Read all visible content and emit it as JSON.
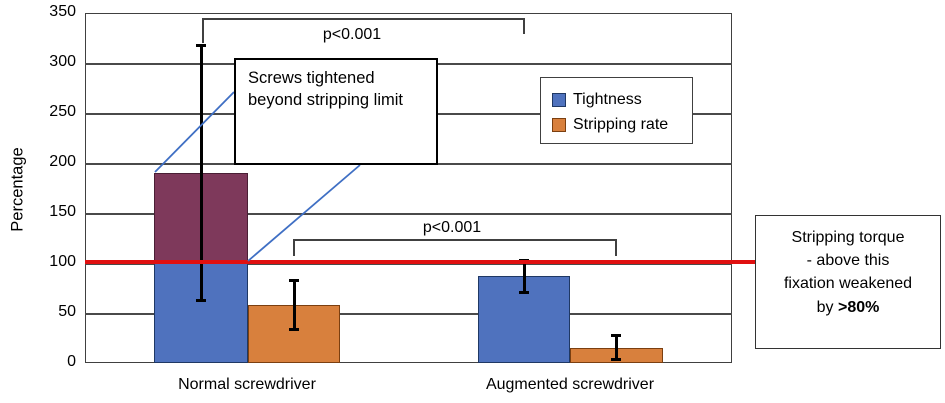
{
  "figure": {
    "ylabel": "Percentage",
    "sig_top": "p<0.001",
    "sig_bottom": "p<0.001",
    "callout_box_text": "Screws tightened beyond stripping limit",
    "threshold_box": {
      "lines": [
        "Stripping torque",
        "- above this",
        "fixation weakened"
      ],
      "last_line_prefix": "by ",
      "last_line_bold": ">80%"
    },
    "colors": {
      "threshold_line": "#E01010",
      "overflow_segment": "#7E395B",
      "callout_line": "#3F6FC4",
      "grid": "#404040"
    }
  },
  "chart_data": {
    "type": "bar",
    "title": "",
    "xlabel": "",
    "ylabel": "Percentage",
    "categories": [
      "Normal screwdriver",
      "Augmented screwdriver"
    ],
    "series": [
      {
        "name": "Tightness",
        "color": "#4F72BE",
        "border": "#1F3864",
        "values": [
          190,
          87
        ],
        "error_low": [
          63,
          71
        ],
        "error_high": [
          318,
          103
        ]
      },
      {
        "name": "Stripping rate",
        "color": "#D8803D",
        "border": "#7B3F10",
        "values": [
          58,
          15
        ],
        "error_low": [
          34,
          4
        ],
        "error_high": [
          83,
          28
        ]
      }
    ],
    "ylim": [
      0,
      350
    ],
    "yticks": [
      0,
      50,
      100,
      150,
      200,
      250,
      300,
      350
    ],
    "grid": true,
    "legend_position": "upper middle inside plot",
    "threshold_line": {
      "value": 100,
      "color": "#E01010",
      "label": "Stripping torque - above this fixation weakened by >80%"
    },
    "overflow_segment": {
      "series": "Tightness",
      "category": "Normal screwdriver",
      "from": 100,
      "to": 190,
      "color": "#7E395B",
      "border": "#4A1F35",
      "annotation": "Screws tightened beyond stripping limit"
    },
    "significance": [
      {
        "label": "p<0.001",
        "compares": "Tightness: Normal vs Augmented"
      },
      {
        "label": "p<0.001",
        "compares": "Stripping rate: Normal vs Augmented"
      }
    ]
  }
}
